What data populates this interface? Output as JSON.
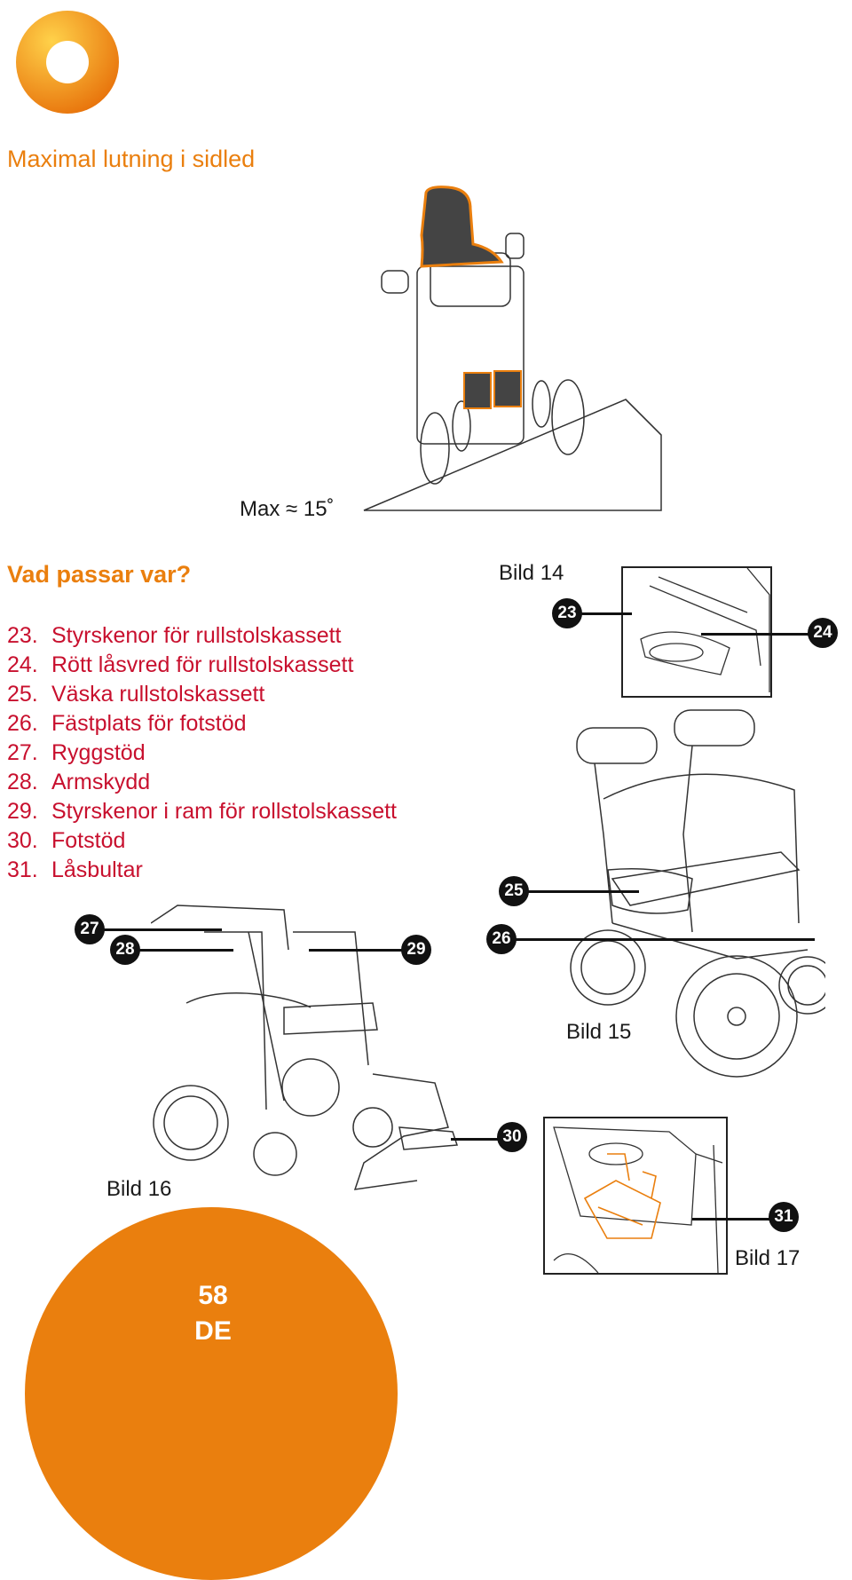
{
  "header": {
    "section_title": "Maximal lutning i sidled",
    "max_label": "Max ≈ 15˚"
  },
  "parts": {
    "title": "Vad passar var?",
    "items": [
      {
        "num": "23.",
        "label": "Styrskenor för rullstolskassett"
      },
      {
        "num": "24.",
        "label": "Rött låsvred för rullstolskassett"
      },
      {
        "num": "25.",
        "label": "Väska rullstolskassett"
      },
      {
        "num": "26.",
        "label": "Fästplats för fotstöd"
      },
      {
        "num": "27.",
        "label": "Ryggstöd"
      },
      {
        "num": "28.",
        "label": "Armskydd"
      },
      {
        "num": "29.",
        "label": "Styrskenor i ram för rollstolskassett"
      },
      {
        "num": "30.",
        "label": "Fotstöd"
      },
      {
        "num": "31.",
        "label": "Låsbultar"
      }
    ]
  },
  "figures": {
    "bild14": "Bild 14",
    "bild15": "Bild 15",
    "bild16": "Bild 16",
    "bild17": "Bild 17"
  },
  "callouts": {
    "c23": "23",
    "c24": "24",
    "c25": "25",
    "c26": "26",
    "c27": "27",
    "c28": "28",
    "c29": "29",
    "c30": "30",
    "c31": "31"
  },
  "footer": {
    "page_number": "58",
    "language": "DE"
  },
  "colors": {
    "accent": "#ea7f0e",
    "list_text": "#c8102e"
  }
}
